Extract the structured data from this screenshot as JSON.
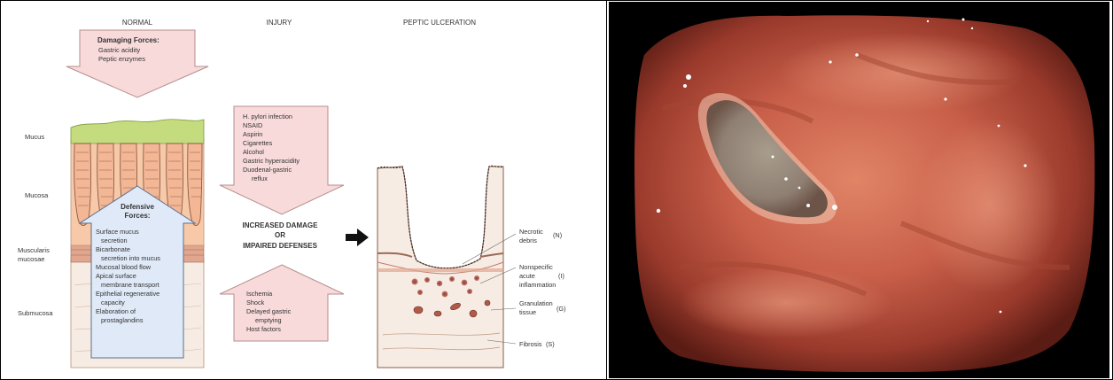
{
  "columns": {
    "normal": "NORMAL",
    "injury": "INJURY",
    "ulceration": "PEPTIC ULCERATION"
  },
  "damaging": {
    "title": "Damaging Forces:",
    "items": [
      "Gastric acidity",
      "Peptic enzymes"
    ]
  },
  "layers": {
    "mucus": "Mucus",
    "mucosa": "Mucosa",
    "muscularis_1": "Muscularis",
    "muscularis_2": "mucosae",
    "submucosa": "Submucosa"
  },
  "defensive": {
    "title_1": "Defensive",
    "title_2": "Forces:",
    "items": [
      "Surface mucus",
      "secretion",
      "Bicarbonate",
      "secretion into mucus",
      "Mucosal blood flow",
      "Apical surface",
      "membrane transport",
      "Epithelial regenerative",
      "capacity",
      "Elaboration of",
      "prostaglandins"
    ]
  },
  "injury_top": {
    "items": [
      "H. pylori infection",
      "NSAID",
      "Aspirin",
      "Cigarettes",
      "Alcohol",
      "Gastric hyperacidity",
      "Duodenal-gastric",
      "reflux"
    ]
  },
  "center": {
    "line1": "INCREASED DAMAGE",
    "line2": "OR",
    "line3": "IMPAIRED DEFENSES"
  },
  "injury_bottom": {
    "items": [
      "Ischemia",
      "Shock",
      "Delayed gastric",
      "emptying",
      "Host factors"
    ]
  },
  "ulcer_labels": {
    "necrotic_1": "Necrotic",
    "necrotic_2": "debris",
    "necrotic_code": "(N)",
    "nonspecific_1": "Nonspecific",
    "nonspecific_2": "acute",
    "nonspecific_3": "inflammation",
    "nonspecific_code": "(I)",
    "granulation_1": "Granulation",
    "granulation_2": "tissue",
    "granulation_code": "(G)",
    "fibrosis": "Fibrosis",
    "fibrosis_code": "(S)"
  },
  "colors": {
    "arrow_fill": "#f8dada",
    "arrow_stroke": "#b78e8e",
    "defense_fill": "#dfe9f7",
    "mucus_green": "#c4dc7e",
    "mucosa_pink": "#f7c9a9"
  }
}
